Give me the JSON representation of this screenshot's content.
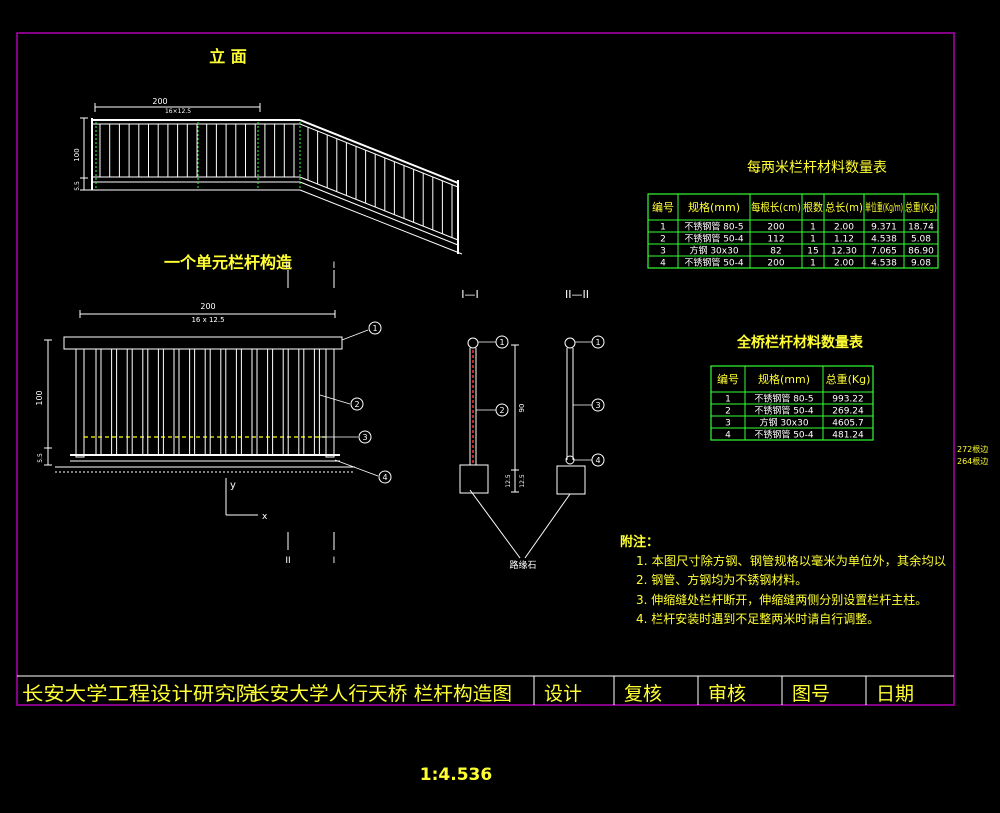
{
  "titles": {
    "elevation": "立 面",
    "unit_structure": "一个单元栏杆构造",
    "section_1": "I—I",
    "section_2": "II—II",
    "table1_title": "每两米栏杆材料数量表",
    "table2_title": "全桥栏杆材料数量表"
  },
  "dims": {
    "elev_top": "200",
    "elev_top_sub": "16×12.5",
    "elev_height": "100",
    "elev_small": "5.5",
    "unit_top": "200",
    "unit_top_sub": "16 x 12.5",
    "unit_height": "100",
    "unit_small": "5.5",
    "sec1_height": "90",
    "sec1_base": "12.5",
    "sec1_base2": "12.5",
    "axis_y": "y",
    "axis_x": "x",
    "roman_1": "I",
    "roman_2": "II",
    "curb_label": "路缘石"
  },
  "callouts": [
    "1",
    "2",
    "3",
    "4"
  ],
  "table1": {
    "headers": [
      "编号",
      "规格(mm)",
      "每根长(cm)",
      "根数",
      "总长(m)",
      "单位重(Kg/m)",
      "总重(Kg)"
    ],
    "rows": [
      [
        "1",
        "不锈钢管 80-5",
        "200",
        "1",
        "2.00",
        "9.371",
        "18.74"
      ],
      [
        "2",
        "不锈钢管 50-4",
        "112",
        "1",
        "1.12",
        "4.538",
        "5.08"
      ],
      [
        "3",
        "方钢 30x30",
        "82",
        "15",
        "12.30",
        "7.065",
        "86.90"
      ],
      [
        "4",
        "不锈钢管 50-4",
        "200",
        "1",
        "2.00",
        "4.538",
        "9.08"
      ]
    ]
  },
  "table2": {
    "headers": [
      "编号",
      "规格(mm)",
      "总重(Kg)"
    ],
    "rows": [
      [
        "1",
        "不锈钢管 80-5",
        "993.22"
      ],
      [
        "2",
        "不锈钢管 50-4",
        "269.24"
      ],
      [
        "3",
        "方钢 30x30",
        "4605.7"
      ],
      [
        "4",
        "不锈钢管 50-4",
        "481.24"
      ]
    ]
  },
  "side_notes": [
    "272根边",
    "264根边"
  ],
  "notes": {
    "heading": "附注：",
    "items": [
      "1. 本图尺寸除方钢、钢管规格以毫米为单位外，其余均以",
      "2. 钢管、方钢均为不锈钢材料。",
      "3. 伸缩缝处栏杆断开，伸缩缝两侧分别设置栏杆主柱。",
      "4. 栏杆安装时遇到不足整两米时请自行调整。"
    ]
  },
  "title_block": {
    "org": "长安大学工程设计研究院",
    "project": "长安大学人行天桥 栏杆构造图",
    "design": "设计",
    "review": "复核",
    "audit": "审核",
    "drawing_no": "图号",
    "date": "日期"
  },
  "scale": "1:4.536",
  "colors": {
    "background": "#000000",
    "frame": "#b000b0",
    "lines": "#ffffff",
    "text": "#ffff33",
    "table_border": "#33ff33",
    "dashed": "#ffff00",
    "accent_red": "#ff3333"
  }
}
